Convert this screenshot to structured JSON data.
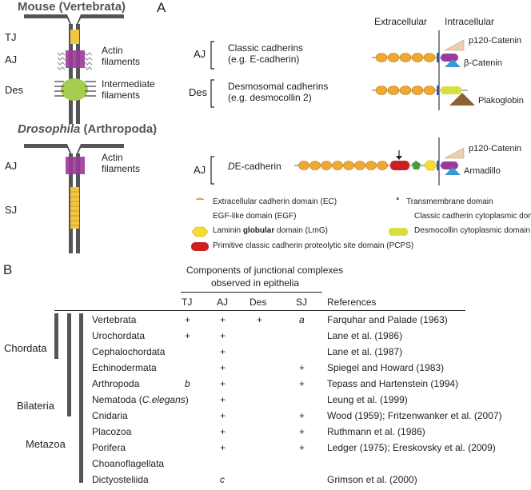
{
  "panelA": {
    "label": "A",
    "mouse_title": "Mouse (Vertebrata)",
    "dros_title_italic": "Drosophila",
    "dros_title_rest": " (Arthropoda)",
    "mouse_labels": [
      "TJ",
      "AJ",
      "Des"
    ],
    "mouse_desc": [
      "Actin",
      "filaments",
      "Intermediate",
      "filaments"
    ],
    "dros_labels": [
      "AJ",
      "SJ"
    ],
    "dros_desc": [
      "Actin",
      "filaments"
    ],
    "col_extracellular": "Extracellular",
    "col_intracellular": "Intracellular",
    "rows": [
      {
        "abbr": "AJ",
        "line1": "Classic cadherins",
        "line2": "(e.g. E-cadherin)",
        "partners": [
          "p120-Catenin",
          "β-Catenin"
        ]
      },
      {
        "abbr": "Des",
        "line1": "Desmosomal cadherins",
        "line2": "(e.g. desmocollin 2)",
        "partners": [
          "Plakoglobin"
        ]
      },
      {
        "abbr": "AJ",
        "line1_italic": "D",
        "line1_rest": "E-cadherin",
        "partners": [
          "p120-Catenin",
          "Armadillo"
        ]
      }
    ],
    "legend": [
      {
        "text": "Extracellular cadherin domain (EC)",
        "icon": "ec-oval",
        "color": "#f0a830"
      },
      {
        "text": "Transmembrane domain",
        "icon": "tm-bar",
        "color": "#3a5aa8"
      },
      {
        "text": "EGF-like domain (EGF)",
        "icon": "egf-pentagon",
        "color": "#4a9a40"
      },
      {
        "text": "Classic cadherin cytoplasmic domain",
        "icon": "classic-cyto",
        "color": "#9a3a9a"
      },
      {
        "text_pre": "Laminin ",
        "text_bold": "globular",
        "text_post": " domain (LmG)",
        "icon": "lmg-hexagon",
        "color": "#f5dc30"
      },
      {
        "text": "Desmocollin cytoplasmic domain",
        "icon": "desmo-cyto",
        "color": "#d8e040"
      },
      {
        "text": "Primitive classic cadherin proteolytic site domain (PCPS)",
        "icon": "pcps",
        "color": "#cc2020"
      }
    ]
  },
  "panelB": {
    "label": "B",
    "header_line1": "Components of junctional complexes",
    "header_line2": "observed in epithelia",
    "columns": [
      "TJ",
      "AJ",
      "Des",
      "SJ",
      "References"
    ],
    "groups": [
      "Chordata",
      "Bilateria",
      "Metazoa"
    ],
    "rows": [
      {
        "taxon": "Vertebrata",
        "tj": "+",
        "aj": "+",
        "des": "+",
        "sj": "a",
        "ref": "Farquhar and Palade (1963)"
      },
      {
        "taxon": "Urochordata",
        "tj": "+",
        "aj": "+",
        "des": "",
        "sj": "",
        "ref": "Lane et al. (1986)"
      },
      {
        "taxon": "Cephalochordata",
        "tj": "",
        "aj": "+",
        "des": "",
        "sj": "",
        "ref": "Lane et al. (1987)"
      },
      {
        "taxon": "Echinodermata",
        "tj": "",
        "aj": "+",
        "des": "",
        "sj": "+",
        "ref": "Spiegel and Howard (1983)"
      },
      {
        "taxon": "Arthropoda",
        "tj": "b",
        "aj": "+",
        "des": "",
        "sj": "+",
        "ref": "Tepass and Hartenstein (1994)"
      },
      {
        "taxon_pre": "Nematoda (",
        "taxon_italic": "C.elegans",
        "taxon_post": ")",
        "tj": "",
        "aj": "+",
        "des": "",
        "sj": "",
        "ref": "Leung et al. (1999)"
      },
      {
        "taxon": "Cnidaria",
        "tj": "",
        "aj": "+",
        "des": "",
        "sj": "+",
        "ref": "Wood (1959); Fritzenwanker et al. (2007)"
      },
      {
        "taxon": "Placozoa",
        "tj": "",
        "aj": "+",
        "des": "",
        "sj": "+",
        "ref": "Ruthmann et al. (1986)"
      },
      {
        "taxon": "Porifera",
        "tj": "",
        "aj": "+",
        "des": "",
        "sj": "+",
        "ref": "Ledger (1975); Ereskovsky et al. (2009)"
      },
      {
        "taxon": "Choanoflagellata",
        "tj": "",
        "aj": "",
        "des": "",
        "sj": "",
        "ref": ""
      },
      {
        "taxon": "Dictyosteliida",
        "tj": "",
        "aj": "c",
        "des": "",
        "sj": "",
        "ref": "Grimson et al. (2000)"
      }
    ]
  }
}
